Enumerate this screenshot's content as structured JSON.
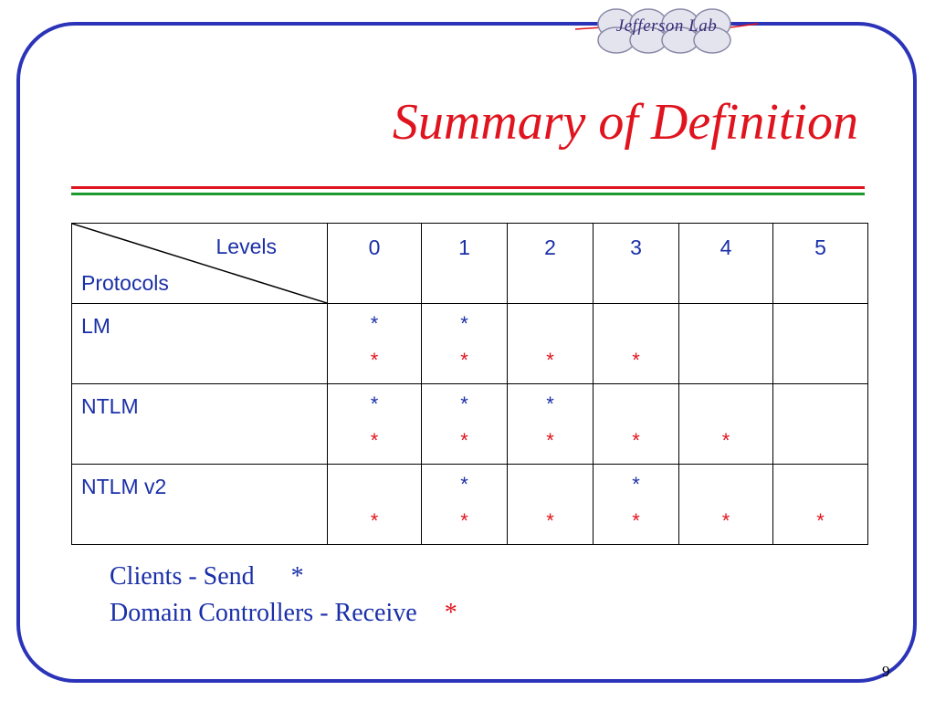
{
  "logo": {
    "text": "Jefferson Lab"
  },
  "title": "Summary of Definition",
  "table": {
    "corner_levels": "Levels",
    "corner_protocols": "Protocols",
    "levels": [
      "0",
      "1",
      "2",
      "3",
      "4",
      "5"
    ],
    "rows": [
      {
        "protocol": "LM",
        "send": [
          "*",
          "*",
          "",
          "",
          "",
          ""
        ],
        "receive": [
          "*",
          "*",
          "*",
          "*",
          "",
          ""
        ]
      },
      {
        "protocol": "NTLM",
        "send": [
          "*",
          "*",
          "*",
          "",
          "",
          ""
        ],
        "receive": [
          "*",
          "*",
          "*",
          "*",
          "*",
          ""
        ]
      },
      {
        "protocol": "NTLM v2",
        "send": [
          "",
          "*",
          "",
          "*",
          "",
          ""
        ],
        "receive": [
          "*",
          "*",
          "*",
          "*",
          "*",
          "*"
        ]
      }
    ]
  },
  "legend": {
    "clients_label": "Clients - Send",
    "clients_symbol": "*",
    "dc_label": "Domain Controllers - Receive",
    "dc_symbol": "*"
  },
  "colors": {
    "frame": "#2b34b8",
    "title": "#e0141e",
    "send_star": "#1a2fa8",
    "receive_star": "#e0141e",
    "rule_red": "#e0141e",
    "rule_green": "#1c9a2e"
  },
  "page_number": "9"
}
